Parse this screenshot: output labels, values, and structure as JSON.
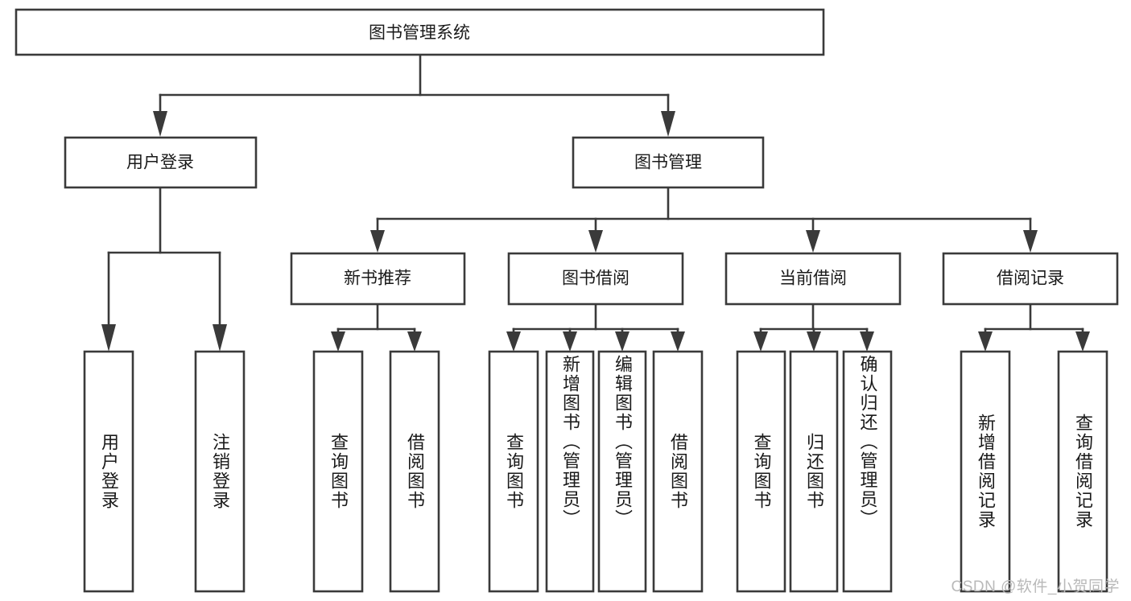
{
  "diagram": {
    "type": "tree-hierarchy-chart",
    "title": "图书管理系统",
    "orientation": "top-down",
    "colors": {
      "box_stroke": "#3a3a3a",
      "box_fill": "#ffffff",
      "text": "#1a1a1a",
      "background": "#ffffff",
      "watermark": "#b9b9b9"
    },
    "levels": {
      "root": "图书管理系统",
      "level2": [
        "用户登录",
        "图书管理"
      ],
      "level3": [
        "新书推荐",
        "图书借阅",
        "当前借阅",
        "借阅记录"
      ],
      "leaves": [
        "用户登录",
        "注销登录",
        "查询图书",
        "借阅图书",
        "查询图书",
        "新增图书（管理员）",
        "编辑图书（管理员）",
        "借阅图书",
        "查询图书",
        "归还图书",
        "确认归还（管理员）",
        "新增借阅记录",
        "查询借阅记录"
      ]
    },
    "nodes": {
      "root": {
        "label": "图书管理系统"
      },
      "user_login": {
        "label": "用户登录"
      },
      "book_manage": {
        "label": "图书管理"
      },
      "new_book_rec": {
        "label": "新书推荐"
      },
      "book_borrow": {
        "label": "图书借阅"
      },
      "current_borrow": {
        "label": "当前借阅"
      },
      "borrow_record": {
        "label": "借阅记录"
      },
      "leaf_user_login": {
        "label": "用户登录"
      },
      "leaf_logout": {
        "label": "注销登录"
      },
      "leaf_query_book_1": {
        "label": "查询图书"
      },
      "leaf_borrow_book_1": {
        "label": "借阅图书"
      },
      "leaf_query_book_2": {
        "label": "查询图书"
      },
      "leaf_add_book": {
        "label": "新增图书（管理员）"
      },
      "leaf_edit_book": {
        "label": "编辑图书（管理员）"
      },
      "leaf_borrow_book_2": {
        "label": "借阅图书"
      },
      "leaf_query_book_3": {
        "label": "查询图书"
      },
      "leaf_return_book": {
        "label": "归还图书"
      },
      "leaf_confirm_return": {
        "label": "确认归还（管理员）"
      },
      "leaf_add_record": {
        "label": "新增借阅记录"
      },
      "leaf_query_record": {
        "label": "查询借阅记录"
      }
    }
  },
  "watermark": {
    "text": "CSDN @软件_小贺同学"
  }
}
